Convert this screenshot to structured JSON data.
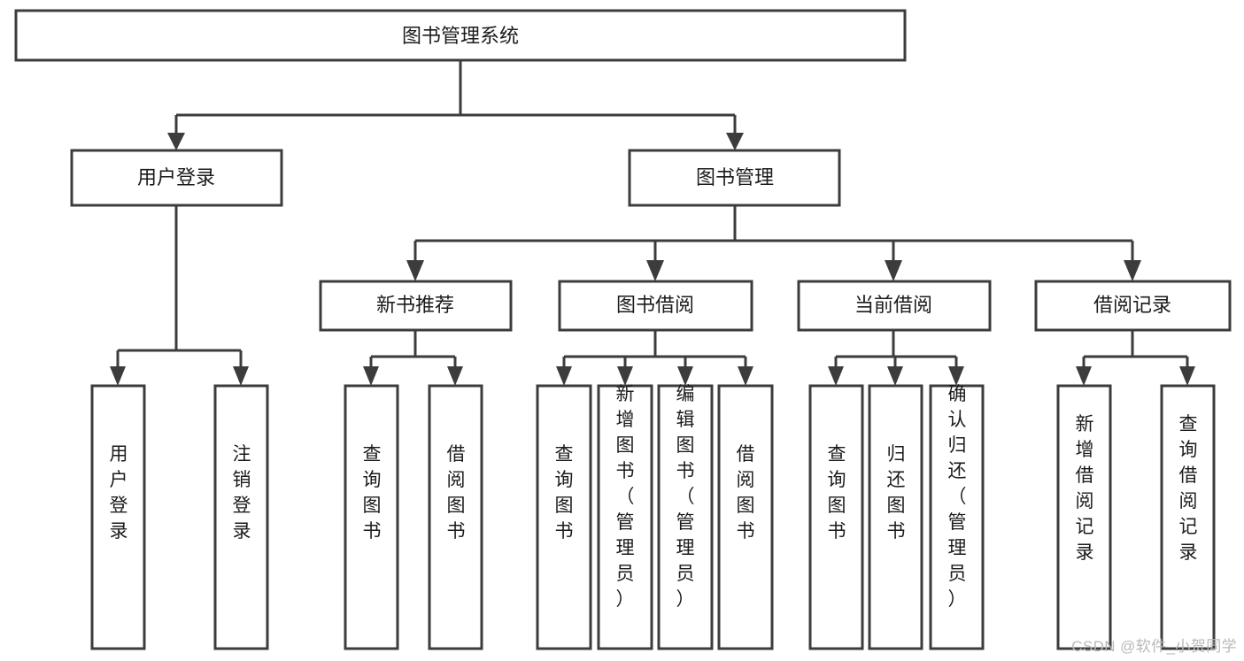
{
  "diagram": {
    "title": "图书管理系统",
    "type": "hierarchy-tree",
    "watermark": "CSDN @软件_小贺同学",
    "nodes": {
      "root": {
        "label": "图书管理系统",
        "level": 0,
        "orientation": "horizontal"
      },
      "level1": [
        {
          "id": "user-login",
          "label": "用户登录",
          "orientation": "horizontal"
        },
        {
          "id": "book-management",
          "label": "图书管理",
          "orientation": "horizontal"
        }
      ],
      "level2": [
        {
          "id": "new-book-recommend",
          "label": "新书推荐",
          "orientation": "horizontal",
          "parent": "book-management"
        },
        {
          "id": "book-borrow",
          "label": "图书借阅",
          "orientation": "horizontal",
          "parent": "book-management"
        },
        {
          "id": "current-borrow",
          "label": "当前借阅",
          "orientation": "horizontal",
          "parent": "book-management"
        },
        {
          "id": "borrow-record",
          "label": "借阅记录",
          "orientation": "horizontal",
          "parent": "book-management"
        }
      ],
      "leaves": [
        {
          "id": "leaf-user-login",
          "label": "用户登录",
          "orientation": "vertical",
          "parent": "user-login"
        },
        {
          "id": "leaf-user-logout",
          "label": "注销登录",
          "orientation": "vertical",
          "parent": "user-login"
        },
        {
          "id": "leaf-query-book-1",
          "label": "查询图书",
          "orientation": "vertical",
          "parent": "new-book-recommend"
        },
        {
          "id": "leaf-borrow-book-1",
          "label": "借阅图书",
          "orientation": "vertical",
          "parent": "new-book-recommend"
        },
        {
          "id": "leaf-query-book-2",
          "label": "查询图书",
          "orientation": "vertical",
          "parent": "book-borrow"
        },
        {
          "id": "leaf-add-book",
          "label": "新增图书（管理员）",
          "orientation": "vertical",
          "parent": "book-borrow"
        },
        {
          "id": "leaf-edit-book",
          "label": "编辑图书（管理员）",
          "orientation": "vertical",
          "parent": "book-borrow"
        },
        {
          "id": "leaf-borrow-book-2",
          "label": "借阅图书",
          "orientation": "vertical",
          "parent": "book-borrow"
        },
        {
          "id": "leaf-query-book-3",
          "label": "查询图书",
          "orientation": "vertical",
          "parent": "current-borrow"
        },
        {
          "id": "leaf-return-book",
          "label": "归还图书",
          "orientation": "vertical",
          "parent": "current-borrow"
        },
        {
          "id": "leaf-confirm-return",
          "label": "确认归还（管理员）",
          "orientation": "vertical",
          "parent": "current-borrow"
        },
        {
          "id": "leaf-add-record",
          "label": "新增借阅记录",
          "orientation": "vertical",
          "parent": "borrow-record"
        },
        {
          "id": "leaf-query-record",
          "label": "查询借阅记录",
          "orientation": "vertical",
          "parent": "borrow-record"
        }
      ]
    },
    "colors": {
      "box_stroke": "#3c3c3c",
      "box_fill": "#ffffff",
      "text": "#1b1b1b",
      "background": "#ffffff",
      "watermark": "#b9b9b9"
    }
  }
}
